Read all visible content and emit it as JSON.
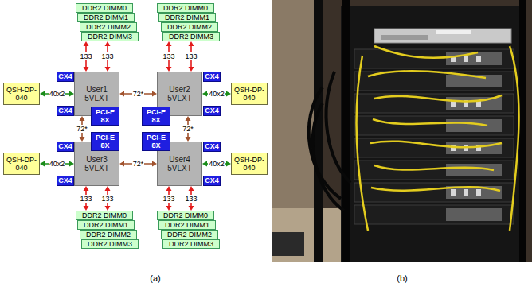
{
  "diagram": {
    "nodes": [
      {
        "text": [
          "DDR2 DIMM0"
        ]
      },
      {
        "text": [
          "DDR2 DIMM1"
        ]
      },
      {
        "text": [
          "DDR2 DIMM2"
        ]
      },
      {
        "text": [
          "DDR2 DIMM3"
        ]
      },
      {
        "text": [
          "DDR2 DIMM0"
        ]
      },
      {
        "text": [
          "DDR2 DIMM1"
        ]
      },
      {
        "text": [
          "DDR2 DIMM2"
        ]
      },
      {
        "text": [
          "DDR2 DIMM3"
        ]
      },
      {
        "text": [
          "CX4"
        ]
      },
      {
        "text": [
          "User1",
          "5VLXT"
        ]
      },
      {
        "text": [
          "PCI-E 8X"
        ]
      },
      {
        "text": [
          "CX4"
        ]
      },
      {
        "text": [
          "QSH-DP-040"
        ]
      },
      {
        "text": [
          "User2",
          "5VLXT"
        ]
      },
      {
        "text": [
          "CX4"
        ]
      },
      {
        "text": [
          "PCI-E 8X"
        ]
      },
      {
        "text": [
          "CX4"
        ]
      },
      {
        "text": [
          "QSH-DP-040"
        ]
      },
      {
        "text": [
          "CX4"
        ]
      },
      {
        "text": [
          "User3",
          "5VLXT"
        ]
      },
      {
        "text": [
          "PCI-E 8X"
        ]
      },
      {
        "text": [
          "CX4"
        ]
      },
      {
        "text": [
          "QSH-DP-040"
        ]
      },
      {
        "text": [
          "User4",
          "5VLXT"
        ]
      },
      {
        "text": [
          "CX4"
        ]
      },
      {
        "text": [
          "PCI-E 8X"
        ]
      },
      {
        "text": [
          "CX4"
        ]
      },
      {
        "text": [
          "QSH-DP-040"
        ]
      },
      {
        "text": [
          "DDR2 DIMM0"
        ]
      },
      {
        "text": [
          "DDR2 DIMM1"
        ]
      },
      {
        "text": [
          "DDR2 DIMM2"
        ]
      },
      {
        "text": [
          "DDR2 DIMM3"
        ]
      },
      {
        "text": [
          "DDR2 DIMM0"
        ]
      },
      {
        "text": [
          "DDR2 DIMM1"
        ]
      },
      {
        "text": [
          "DDR2 DIMM2"
        ]
      },
      {
        "text": [
          "DDR2 DIMM3"
        ]
      }
    ],
    "edges": [
      {
        "from": 9,
        "to": 3,
        "label": "133",
        "arrow": "both"
      },
      {
        "from": 9,
        "to": 3,
        "label": "133",
        "arrow": "both"
      },
      {
        "from": 13,
        "to": 7,
        "label": "133",
        "arrow": "both"
      },
      {
        "from": 13,
        "to": 7,
        "label": "133",
        "arrow": "both"
      },
      {
        "from": 19,
        "to": 28,
        "label": "133",
        "arrow": "both"
      },
      {
        "from": 19,
        "to": 28,
        "label": "133",
        "arrow": "both"
      },
      {
        "from": 23,
        "to": 32,
        "label": "133",
        "arrow": "both"
      },
      {
        "from": 23,
        "to": 32,
        "label": "133",
        "arrow": "both"
      },
      {
        "from": 9,
        "to": 13,
        "label": "72*",
        "arrow": "both"
      },
      {
        "from": 9,
        "to": 19,
        "label": "72*",
        "arrow": "both"
      },
      {
        "from": 13,
        "to": 23,
        "label": "72*",
        "arrow": "both"
      },
      {
        "from": 19,
        "to": 23,
        "label": "72*",
        "arrow": "both"
      },
      {
        "from": 12,
        "to": 9,
        "label": "40x2",
        "arrow": "both"
      },
      {
        "from": 17,
        "to": 13,
        "label": "40x2",
        "arrow": "both"
      },
      {
        "from": 22,
        "to": 19,
        "label": "40x2",
        "arrow": "both"
      },
      {
        "from": 27,
        "to": 23,
        "label": "40x2",
        "arrow": "both"
      }
    ],
    "labels": [
      "(a)",
      "(b)"
    ]
  }
}
